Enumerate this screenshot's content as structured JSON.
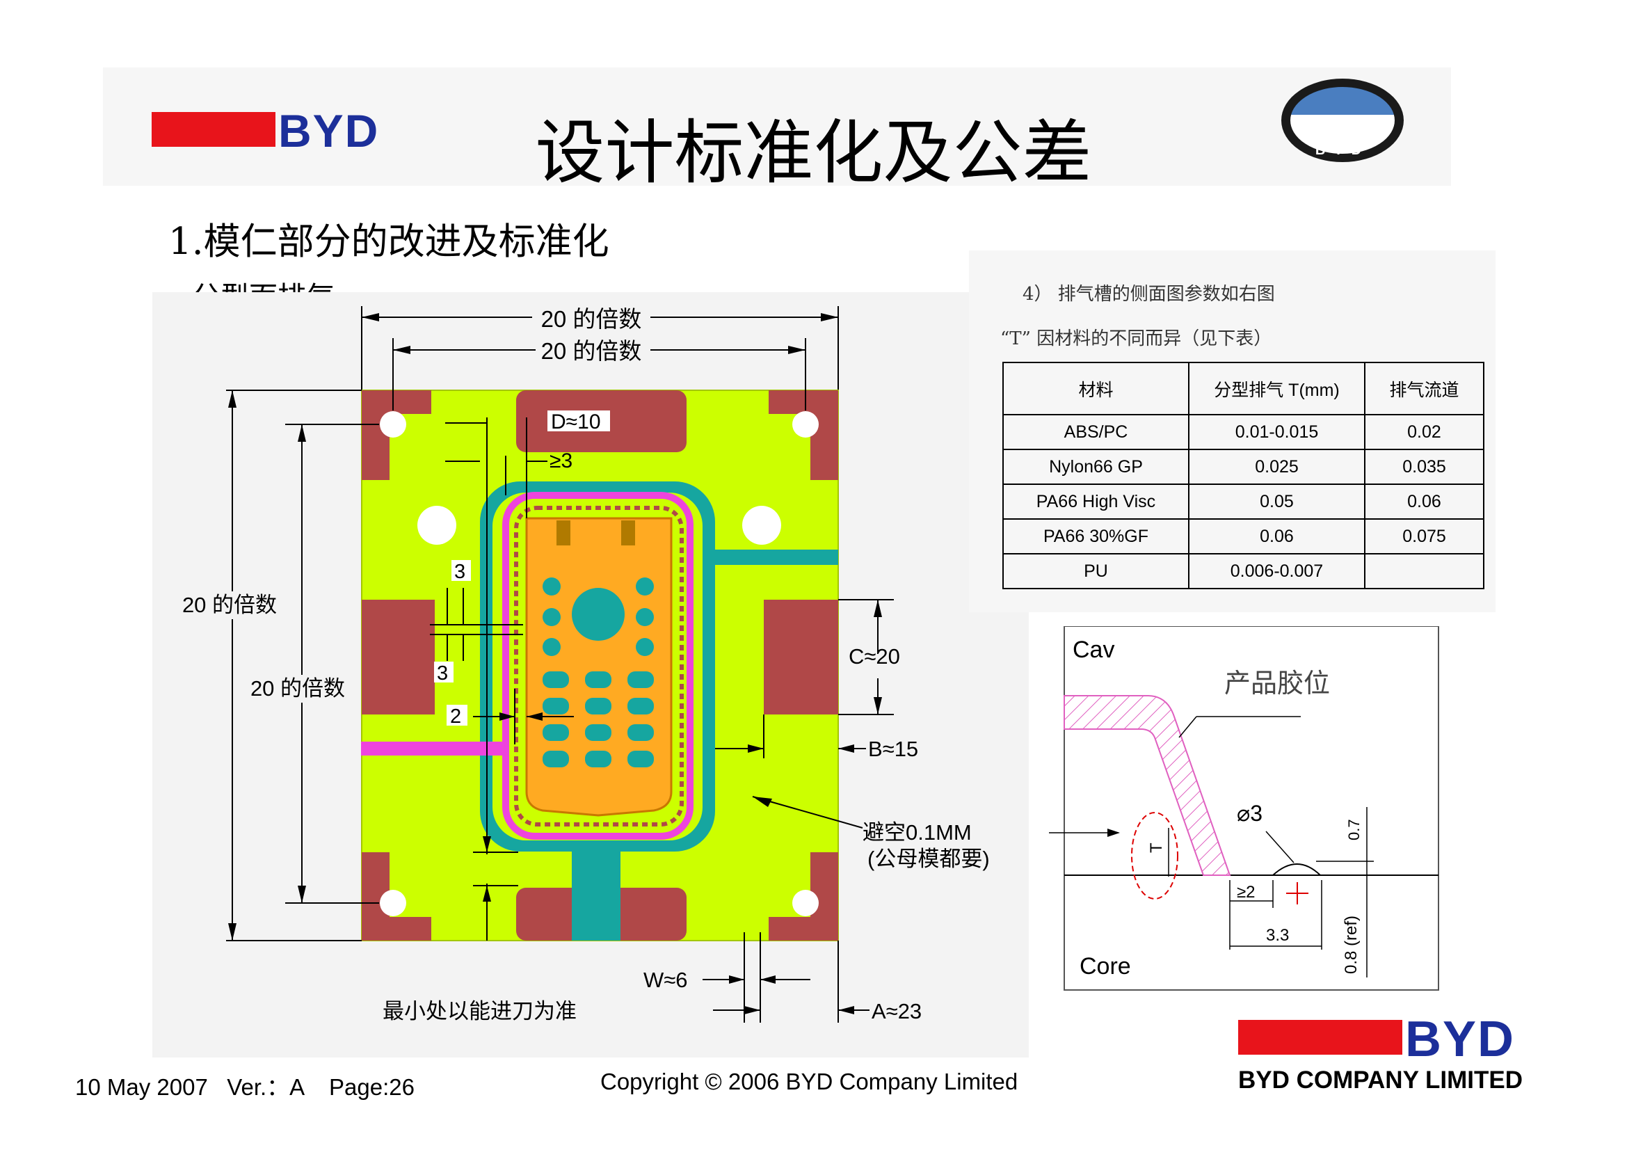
{
  "header": {
    "title": "设计标准化及公差",
    "logo_text": "BYD",
    "emblem_text": "BYD"
  },
  "section": {
    "heading": "1.模仁部分的改进及标准化",
    "parting_label": "分型面排气"
  },
  "mold_drawing": {
    "dim_top_outer": "20 的倍数",
    "dim_top_inner": "20 的倍数",
    "dim_left_outer": "20 的倍数",
    "dim_left_inner": "20 的倍数",
    "d_label": "D≈10",
    "ge3_label": "≥3",
    "three_a": "3",
    "three_b": "3",
    "two_label": "2",
    "c_label": "C≈20",
    "b_label": "B≈15",
    "clearance_label_1": "避空0.1MM",
    "clearance_label_2": "(公母模都要)",
    "w_label": "W≈6",
    "a_label": "A≈23",
    "min_label": "最小处以能进刀为准",
    "colors": {
      "plate": "#ccff00",
      "pocket": "#b04848",
      "channel": "#16a6a0",
      "vent_ring": "#ee44dd",
      "part": "#ffaa22"
    }
  },
  "vent_notes": {
    "line1": "4） 排气槽的侧面图参数如右图",
    "line2": "“T” 因材料的不同而异（见下表）"
  },
  "vent_table": {
    "headers": [
      "材料",
      "分型排气 T(mm)",
      "排气流道"
    ],
    "rows": [
      [
        "ABS/PC",
        "0.01-0.015",
        "0.02"
      ],
      [
        "Nylon66 GP",
        "0.025",
        "0.035"
      ],
      [
        "PA66 High Visc",
        "0.05",
        "0.06"
      ],
      [
        "PA66 30%GF",
        "0.06",
        "0.075"
      ],
      [
        "PU",
        "0.006-0.007",
        ""
      ]
    ]
  },
  "section_view": {
    "cav": "Cav",
    "core": "Core",
    "product_label": "产品胶位",
    "phi": "⌀3",
    "dim_07": "0.7",
    "dim_ge2": "≥2",
    "dim_33": "3.3",
    "dim_08": "0.8 (ref)",
    "t_label": "T"
  },
  "footer": {
    "left": "10 May 2007   Ver.：A    Page:26",
    "copyright": "Copyright © 2006 BYD Company Limited",
    "company": "BYD COMPANY LIMITED",
    "logo_text": "BYD"
  }
}
